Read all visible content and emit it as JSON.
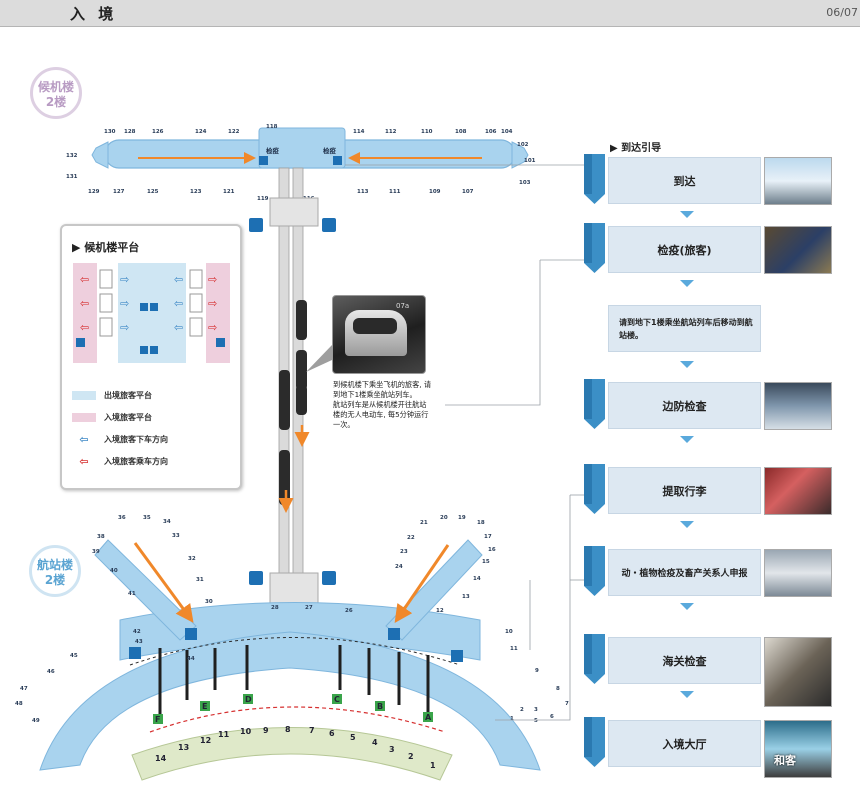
{
  "header": {
    "title": "入 境",
    "page": "06/07"
  },
  "terminal2_label": [
    "候机楼",
    "2楼"
  ],
  "terminal1_label": [
    "航站楼",
    "2楼"
  ],
  "concourse_gates": {
    "top_left": [
      "130",
      "128",
      "126",
      "124",
      "122"
    ],
    "bottom_left": [
      "129",
      "127",
      "125",
      "123",
      "121"
    ],
    "top_right": [
      "114",
      "112",
      "110",
      "108",
      "106"
    ],
    "bottom_right": [
      "113",
      "111",
      "109",
      "107"
    ],
    "far_left": [
      "132",
      "131"
    ],
    "far_right": [
      "104",
      "102",
      "101",
      "103"
    ],
    "center_top": "118",
    "center_bottom": [
      "119",
      "116"
    ],
    "quarantine_left": "检疫",
    "quarantine_right": "检疫"
  },
  "main_gates": {
    "left_pier": [
      "36",
      "35",
      "34",
      "38",
      "39",
      "33",
      "40",
      "32",
      "41",
      "31",
      "30"
    ],
    "right_pier": [
      "21",
      "20",
      "19",
      "18",
      "17",
      "22",
      "16",
      "23",
      "15",
      "24",
      "14",
      "13",
      "12"
    ],
    "arc": [
      "42",
      "45",
      "46",
      "47",
      "48",
      "49",
      "43",
      "44",
      "10",
      "11",
      "9",
      "8",
      "7",
      "6",
      "5",
      "3",
      "2",
      "1"
    ],
    "center": [
      "28",
      "27",
      "26"
    ]
  },
  "zones": {
    "letters": [
      "F",
      "E",
      "D",
      "C",
      "B",
      "A"
    ],
    "counters": [
      "14",
      "13",
      "12",
      "11",
      "10",
      "9",
      "8",
      "7",
      "6",
      "5",
      "4",
      "3",
      "2",
      "1"
    ]
  },
  "platform": {
    "title": "候机楼平台",
    "legend": [
      {
        "text": "出境旅客平台",
        "kind": "swatch",
        "color": "#cfe6f3"
      },
      {
        "text": "入境旅客平台",
        "kind": "swatch",
        "color": "#eecfdd"
      },
      {
        "text": "入境旅客下车方向",
        "kind": "arrow",
        "color": "#3f89c6"
      },
      {
        "text": "入境旅客乘车方向",
        "kind": "arrow",
        "color": "#d63030"
      }
    ]
  },
  "train": {
    "photo_label": "07a",
    "note": [
      "到候机楼下乘坐飞机的旅客, 请到地下1楼乘坐航站列车。",
      "航站列车是从候机楼开往航站楼的无人电动车, 每5分钟运行 一次。"
    ]
  },
  "guide": {
    "title": "到达引导",
    "steps": [
      "到达",
      "检疫(旅客)",
      "请到地下1楼乘坐航站列车后移动到航站楼。",
      "边防检查",
      "提取行李",
      "动・植物检疫及畜产关系人申报",
      "海关检查",
      "入境大厅"
    ]
  },
  "colors": {
    "concourse": "#a9d3ee",
    "concourse_edge": "#7fb6dd",
    "arrow": "#f0882a",
    "tab": "#3b8fc6",
    "step_bg": "#dde8f2"
  },
  "watermark": "和客"
}
